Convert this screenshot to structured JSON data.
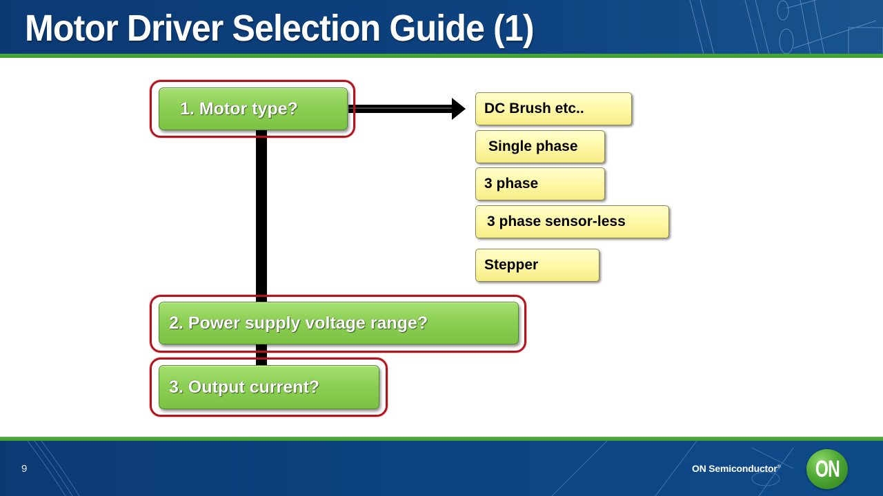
{
  "slide": {
    "title": "Motor Driver Selection Guide (1)",
    "page_number": "9"
  },
  "diagram": {
    "steps": [
      {
        "label": "1. Motor type?"
      },
      {
        "label": "2. Power supply voltage range?"
      },
      {
        "label": "3. Output current?"
      }
    ],
    "motor_types": [
      {
        "label": "DC Brush etc.."
      },
      {
        "label": "Single phase"
      },
      {
        "label": "3 phase"
      },
      {
        "label": "3 phase sensor-less"
      },
      {
        "label": "Stepper"
      }
    ]
  },
  "footer": {
    "brand": "ON Semiconductor",
    "registered_mark": "®",
    "logo_text": "ON"
  },
  "colors": {
    "header_blue": "#0b3a73",
    "accent_green": "#4aa83a",
    "step_green": "#8ccf55",
    "option_yellow": "#fff8a8",
    "highlight_red": "#b0151d"
  }
}
